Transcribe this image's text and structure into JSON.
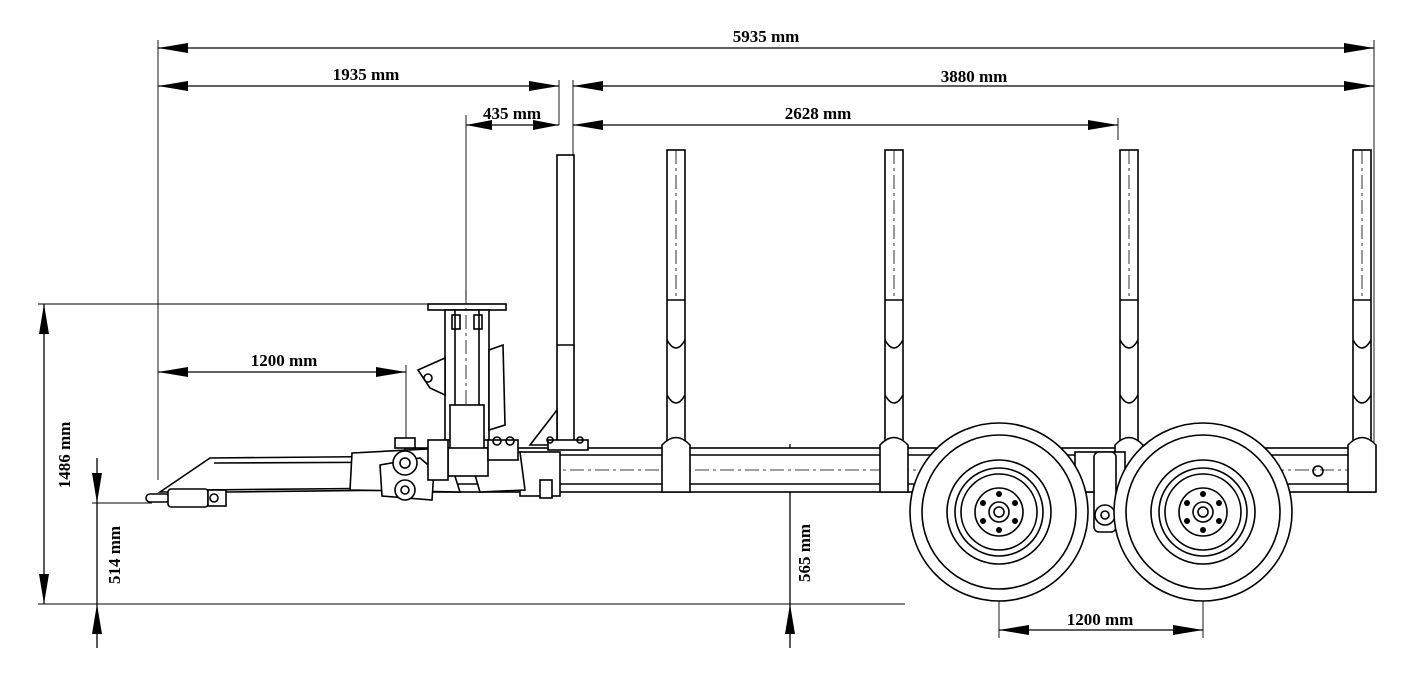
{
  "dimensions": {
    "overall_length": "5935 mm",
    "front_section": "1935 mm",
    "rear_section": "3880 mm",
    "crane_offset": "435 mm",
    "stake_spacing": "2628 mm",
    "drawbar_length": "1200 mm",
    "total_height": "1486 mm",
    "hitch_height": "514 mm",
    "frame_height": "565 mm",
    "axle_spacing": "1200 mm"
  },
  "colors": {
    "line": "#000000",
    "background": "#ffffff"
  }
}
